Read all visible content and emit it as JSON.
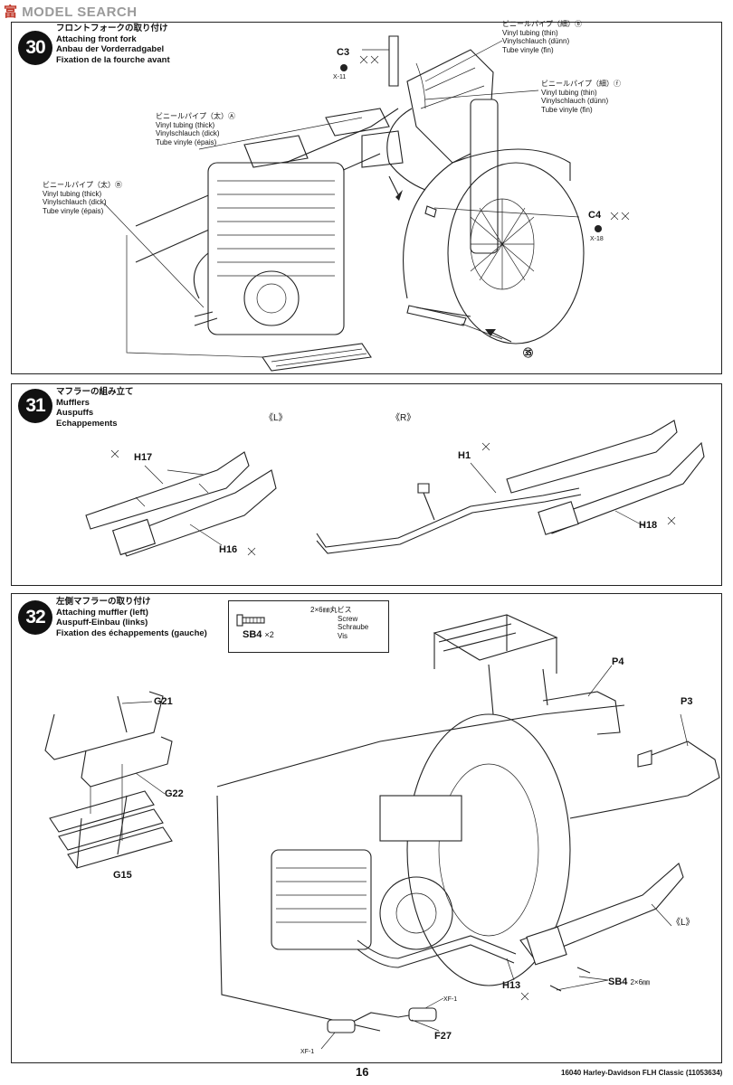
{
  "watermark": {
    "part1": "富",
    "part2": "MODEL SEARCH"
  },
  "step30": {
    "number": "30",
    "title_jp": "フロントフォークの取り付け",
    "title_en": "Attaching front fork",
    "title_de": "Anbau der Vorderradgabel",
    "title_fr": "Fixation de la fourche avant",
    "tube_b": {
      "jp": "ビニールパイプ（細）ⓑ",
      "en": "Vinyl tubing (thin)",
      "de": "Vinylschlauch (dünn)",
      "fr": "Tube vinyle (fin)"
    },
    "tube_f": {
      "jp": "ビニールパイプ（細）ⓕ",
      "en": "Vinyl tubing (thin)",
      "de": "Vinylschlauch (dünn)",
      "fr": "Tube vinyle (fin)"
    },
    "tube_A": {
      "jp": "ビニールパイプ（太）Ⓐ",
      "en": "Vinyl tubing (thick)",
      "de": "Vinylschlauch (dick)",
      "fr": "Tube vinyle (épais)"
    },
    "tube_B": {
      "jp": "ビニールパイプ（太）Ⓑ",
      "en": "Vinyl tubing (thick)",
      "de": "Vinylschlauch (dick)",
      "fr": "Tube vinyle (épais)"
    },
    "c3": "C3",
    "c3_qty": "X-11",
    "c4": "C4",
    "c4_qty": "X-18",
    "ref": "㉟"
  },
  "step31": {
    "number": "31",
    "title_jp": "マフラーの組み立て",
    "title_en": "Mufflers",
    "title_de": "Auspuffs",
    "title_fr": "Echappements",
    "left_tag": "《L》",
    "right_tag": "《R》",
    "parts": [
      "H17",
      "H16",
      "H1",
      "H18"
    ]
  },
  "step32": {
    "number": "32",
    "title_jp": "左側マフラーの取り付け",
    "title_en": "Attaching muffler (left)",
    "title_de": "Auspuff-Einbau (links)",
    "title_fr": "Fixation des échappements (gauche)",
    "screw": {
      "size_jp": "2×6㎜丸ビス",
      "en": "Screw",
      "de": "Schraube",
      "fr": "Vis",
      "code": "SB4",
      "qty": "×2"
    },
    "parts": [
      "G21",
      "G22",
      "G15",
      "P4",
      "P3",
      "H13",
      "F27"
    ],
    "sb4_label": "SB4",
    "sb4_size": "2×6㎜",
    "left_tag": "《L》",
    "xf1": "XF-1"
  },
  "footer": {
    "page": "16",
    "text": "16040 Harley-Davidson FLH Classic (11053634)"
  }
}
